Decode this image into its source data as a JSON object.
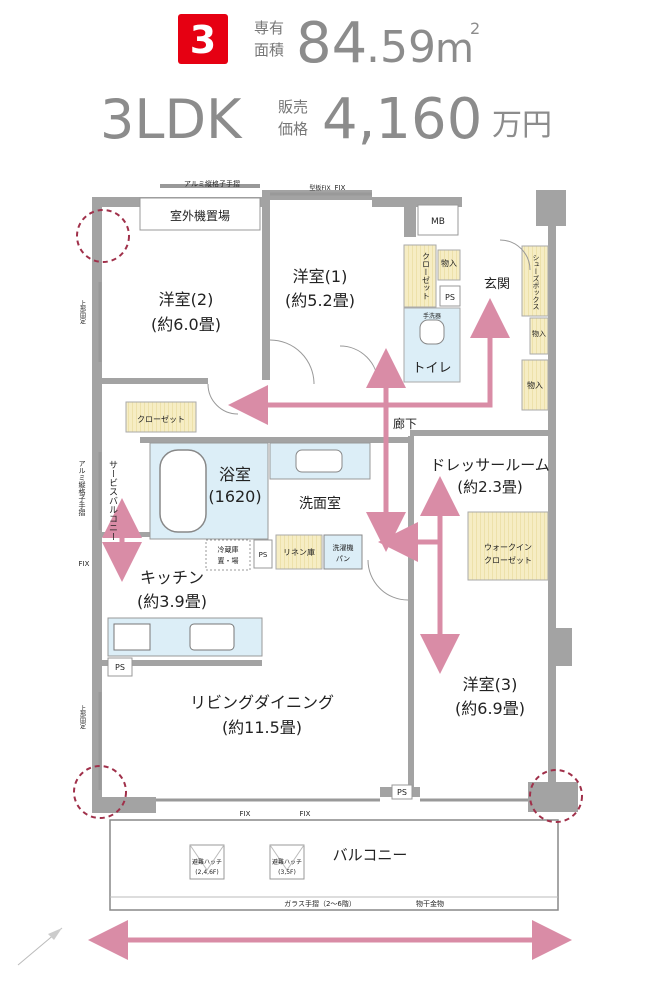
{
  "header": {
    "type_number": "3",
    "area_label_top": "専有",
    "area_label_bottom": "面積",
    "area_value": "84",
    "area_decimal": ".59",
    "area_unit": "m",
    "area_sup": "2",
    "layout": "3LDK",
    "price_label_top": "販売",
    "price_label_bottom": "価格",
    "price_value": "4,160",
    "price_unit": "万円"
  },
  "rooms": {
    "western2_name": "洋室(2)",
    "western2_size": "(約6.0畳)",
    "western1_name": "洋室(1)",
    "western1_size": "(約5.2畳)",
    "western3_name": "洋室(3)",
    "western3_size": "(約6.9畳)",
    "dresser_name": "ドレッサールーム",
    "dresser_size": "(約2.3畳)",
    "bath_name": "浴室",
    "bath_size": "(1620)",
    "washroom": "洗面室",
    "kitchen_name": "キッチン",
    "kitchen_size": "(約3.9畳)",
    "ldk_name": "リビングダイニング",
    "ldk_size": "(約11.5畳)",
    "balcony": "バルコニー",
    "toilet": "トイレ",
    "entrance": "玄関",
    "corridor": "廊下",
    "outdoor_unit": "室外機置場"
  },
  "labels": {
    "alum_rail_top": "アルミ縦格子手摺",
    "alum_rail_left": "アルミ縦格子手摺",
    "mb": "MB",
    "ps": "PS",
    "storage": "物入",
    "closet": "クローゼット",
    "closet_vertical": "クローゼット",
    "shoes_box": "シューズボックス",
    "walkin_line1": "ウォークイン",
    "walkin_line2": "クローゼット",
    "linen": "リネン庫",
    "washer_line1": "洗濯機",
    "washer_line2": "パン",
    "fridge_line1": "冷蔵庫",
    "fridge_line2": "置・場",
    "service_balcony": "サービスバルコニー",
    "fix": "FIX",
    "hatch_label": "避難ハッチ",
    "hatch1_floor": "(2,4,6F)",
    "hatch2_floor": "(3,5F)",
    "glass_rail": "ガラス手摺（2〜6階）",
    "laundry_hardware": "物干金物",
    "upper_fixed_1": "上部固定",
    "upper_fixed_2": "上部固定",
    "wash_counter": "手洗器",
    "mask_fix": "型板FIX"
  },
  "colors": {
    "header_bg": "#e60012",
    "arrow": "#d98ca6",
    "storage_fill": "#f4e8b6",
    "toilet_fill": "#dceef7",
    "bath_fill": "#dceef7",
    "wall": "#9a9a9a",
    "circle": "#a0304a"
  }
}
